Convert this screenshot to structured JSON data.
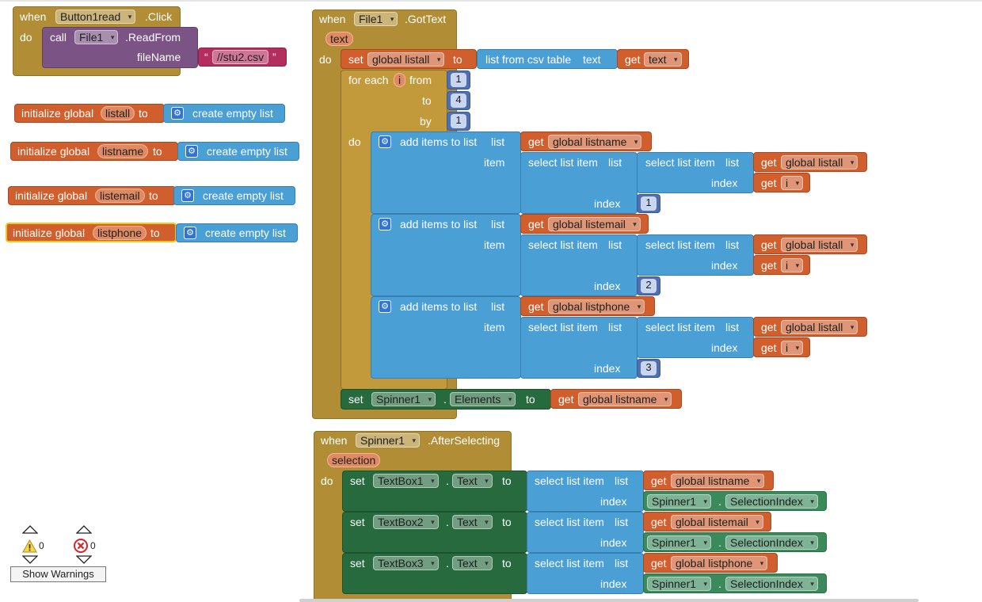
{
  "kw": {
    "when": "when",
    "do": "do",
    "call": "call",
    "set": "set",
    "to": "to",
    "get": "get",
    "init_global": "initialize global",
    "create_empty_list": "create empty list",
    "for_each": "for each",
    "from": "from",
    "by": "by",
    "add_items": "add items to list",
    "list": "list",
    "item": "item",
    "index": "index",
    "select_list_item": "select list item",
    "list_from_csv": "list from csv table",
    "text": "text",
    "dropdown_arrow": "▾"
  },
  "button1_click": {
    "component": "Button1read",
    "event": ".Click",
    "call_component": "File1",
    "method": ".ReadFrom",
    "param": "fileName",
    "value": "//stu2.csv",
    "quote_open": "“",
    "quote_close": "”"
  },
  "globals": [
    "listall",
    "listname",
    "listemail",
    "listphone"
  ],
  "file_gottext": {
    "component": "File1",
    "event": ".GotText",
    "param": "text",
    "set_var": "global listall",
    "csv_arg": "text",
    "loop_var": "i",
    "from": "1",
    "to": "4",
    "by": "1",
    "adds": [
      {
        "target": "global listname",
        "index": "1"
      },
      {
        "target": "global listemail",
        "index": "2"
      },
      {
        "target": "global listphone",
        "index": "3"
      }
    ],
    "inner_list": "global listall",
    "inner_index": "i",
    "spinner_component": "Spinner1",
    "spinner_prop": "Elements",
    "spinner_value": "global listname"
  },
  "spinner_afterselecting": {
    "component": "Spinner1",
    "event": ".AfterSelecting",
    "param": "selection",
    "rows": [
      {
        "textbox": "TextBox1",
        "prop": "Text",
        "list": "global listname"
      },
      {
        "textbox": "TextBox2",
        "prop": "Text",
        "list": "global listemail"
      },
      {
        "textbox": "TextBox3",
        "prop": "Text",
        "list": "global listphone"
      }
    ],
    "index_component": "Spinner1",
    "index_prop": "SelectionIndex",
    "dot": "."
  },
  "warnings": {
    "warning_count": "0",
    "error_count": "0",
    "button": "Show Warnings"
  },
  "colors": {
    "event": "#b18e35",
    "procedure": "#7c5385",
    "variable": "#d05f2d",
    "list": "#4a9fd5",
    "math": "#4f6fb0",
    "component_setter": "#266a3e",
    "component_getter": "#3a8a5c",
    "text": "#b32d5e"
  }
}
